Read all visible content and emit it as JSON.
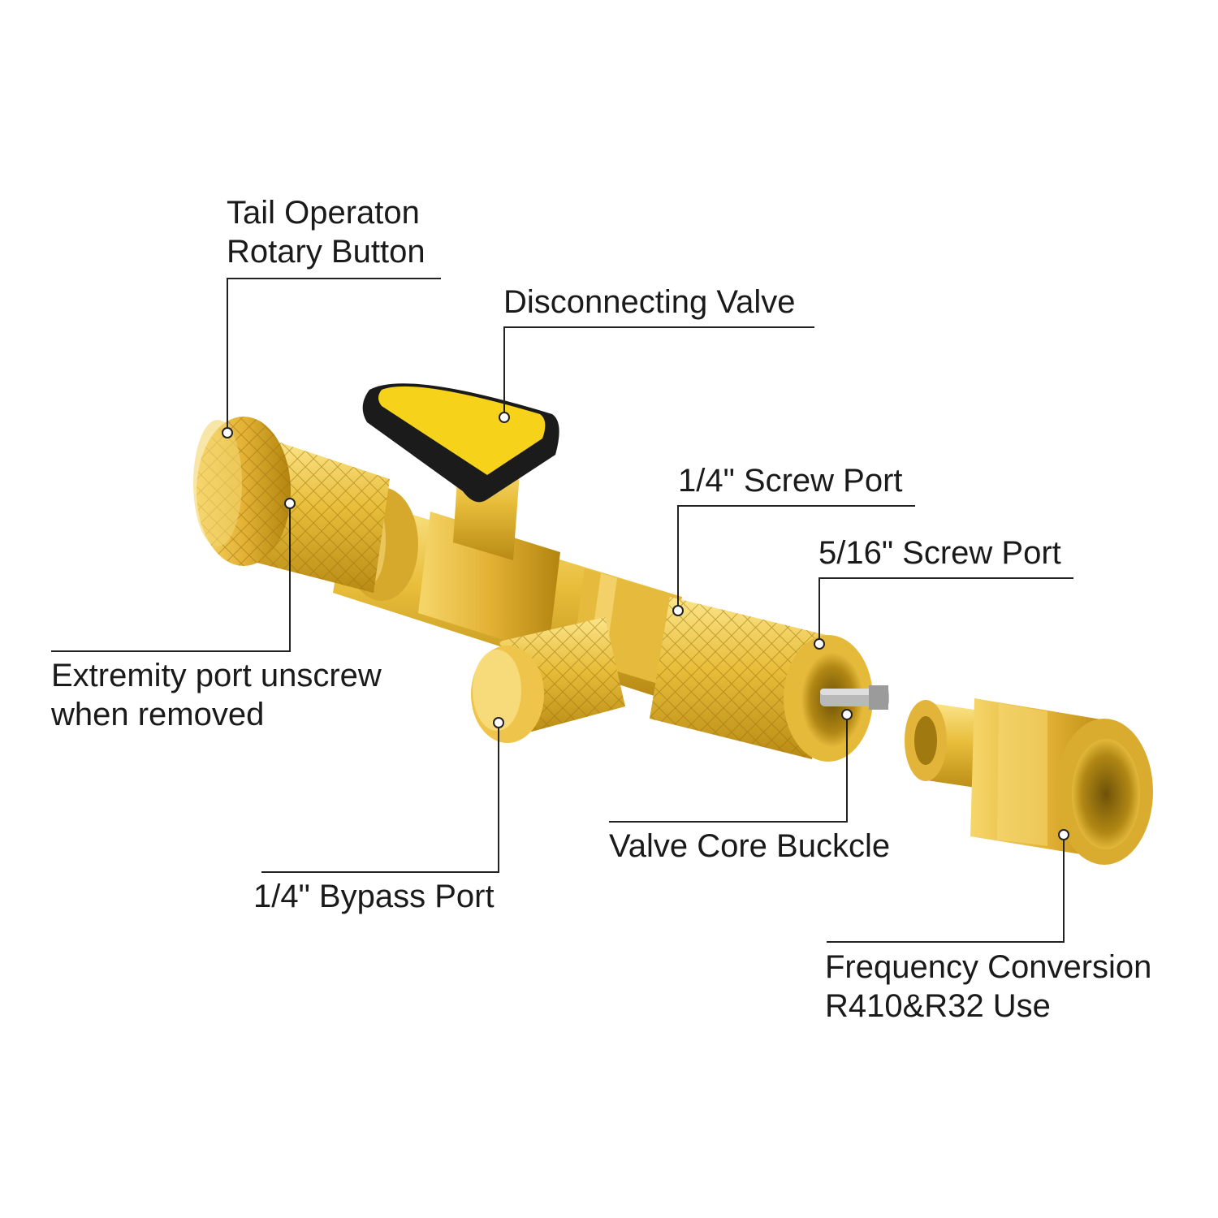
{
  "colors": {
    "brass_light": "#f7d86a",
    "brass_mid": "#e0b030",
    "brass_dark": "#a97c10",
    "handle_black": "#1b1b1b",
    "handle_yellow": "#f6d21b",
    "leader_line": "#222222",
    "steel": "#b9b9b9"
  },
  "callouts": {
    "tail_button": {
      "line1": "Tail Operaton",
      "line2": "Rotary Button"
    },
    "disconnecting_valve": {
      "line1": "Disconnecting Valve"
    },
    "screw_port_quarter": {
      "line1": "1/4\" Screw Port"
    },
    "screw_port_5_16": {
      "line1": "5/16\" Screw Port"
    },
    "extremity_port": {
      "line1": "Extremity port unscrew",
      "line2": "when removed"
    },
    "bypass_port": {
      "line1": "1/4\" Bypass Port"
    },
    "valve_core_buckle": {
      "line1": "Valve Core Buckcle"
    },
    "frequency_conversion": {
      "line1": "Frequency Conversion",
      "line2": "R410&R32 Use"
    }
  }
}
